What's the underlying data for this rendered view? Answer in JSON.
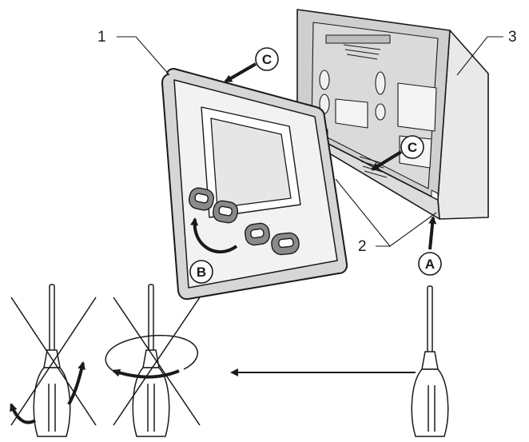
{
  "callouts": {
    "front_panel": "1",
    "clips": "2",
    "wall_base": "3"
  },
  "steps": {
    "a": "A",
    "b": "B",
    "c_panel": "C",
    "c_base": "C"
  },
  "colors": {
    "line": "#1a1a1a",
    "panel_face": "#f2f2f2",
    "panel_rim": "#d6d6d6",
    "screen": "#e6e6e6",
    "base_back": "#cfcfcf",
    "base_side": "#e9e9e9",
    "button": "#8a8a8a"
  },
  "icons": [
    "screwdriver-icon",
    "prohibited-cross-icon",
    "curved-arrow-icon",
    "straight-arrow-icon"
  ]
}
